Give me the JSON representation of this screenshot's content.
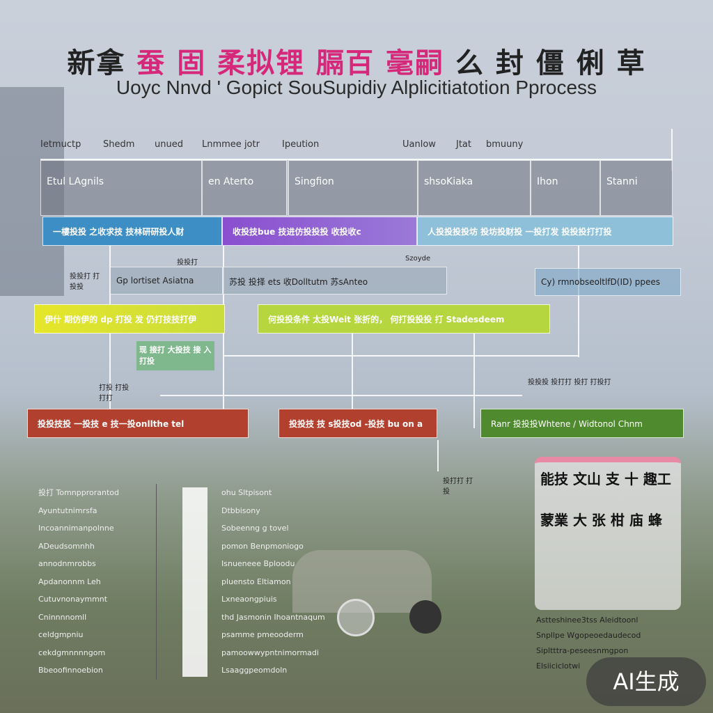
{
  "title": {
    "chinese_left": "新拿",
    "chinese_pink": "蚕 固 柔拟锂 膈百 毫嗣",
    "chinese_right": "么 封 僵 俐 草",
    "english": "Uoyc Nnvd ' Gopict SouSupidiy Alplicitiatotion Pprocess"
  },
  "headers": [
    "Ietmuctp",
    "Shedm",
    "unued",
    "Lnmmee jotr",
    "Ipeution",
    "Uanlow",
    "Jtat",
    "bmuuny"
  ],
  "top_boxes": [
    "Etul LAgnils",
    "en Aterto",
    "Singfion",
    "shsoKiaka",
    "Ihon",
    "Stanni"
  ],
  "blue_band": [
    "一樓投投 之收求技 技林研研投人财",
    "收投技bue 技进仿投投投 收投收c",
    "人投投投投坊 投坊投财投 一投打发 投投投打打投"
  ],
  "mid_boxes": [
    "Gp lortiset Asiatna",
    "苏投 投择 ets 收Dolltutm 苏sAnteo",
    "Cy) rmnobseoltlfD(ID) ppees"
  ],
  "yellow_band": [
    "伊什 期仿伊的 dp 打投 发 仍打技技打伊",
    "何投投条件 太投Weit 张折的， 何打投投投 打 Stadesdeem"
  ],
  "green_tag": "现 接打 大投技 接 入 打投",
  "red_boxes": [
    "投投技投 一投技 e 技一投onllthe tel",
    "投投技 技 s投技od -投技 bu on a"
  ],
  "green_box": "Ranr 投投投Whtene / Widtonol Chnm",
  "notes": [
    "投投打",
    "Szoyde",
    "投投打 打投投",
    "打投 打投打打",
    "投投投 投打打 投打 打投打",
    "投打打 打投"
  ],
  "left_list": [
    "投打 Tomnpprorantod",
    "Ayuntutnimrsfa",
    "Incoannimanpolnne",
    "ADeudsomnhh",
    "annodnmrobbs",
    "Apdanonnm Leh",
    "Cutuvnonaymmnt",
    "Cninnnnomll",
    "celdgmpniu",
    "cekdgmnnnngom",
    "Bbeoofinnoebion"
  ],
  "right_list": [
    "ohu Sltpisont",
    "Dtbbisony",
    "Sobeenng g tovel",
    "pomon Benpmoniogo",
    "Isnueneee Bploodu",
    "pluensto Eltiamon",
    "Lxneaongpiuis",
    "thd Jasmonin Ihoantnaqum",
    "psamme pmeooderm",
    "pamoowwypntnimormadi",
    "Lsaaggpeomdoln"
  ],
  "card": {
    "heading": "能技 文山 支 十 趣工",
    "subheading": "蒙業 大 张 柑 庙 蜂",
    "footer": [
      "Astteshinee3tss Aleidtoonl",
      "Snpllpe Wgopeoedaudecod",
      "Sipltttra-peseesnmgpon",
      "Elsiiciclotwi"
    ]
  },
  "badge": "AI生成",
  "colors": {
    "blue": "#3d8ec4",
    "purple": "#8a4fcf",
    "lightblue": "#8fc0da",
    "yellow": "#d8e23a",
    "lime": "#b6d640",
    "red": "#b2402e",
    "green": "#4f8a2f"
  }
}
